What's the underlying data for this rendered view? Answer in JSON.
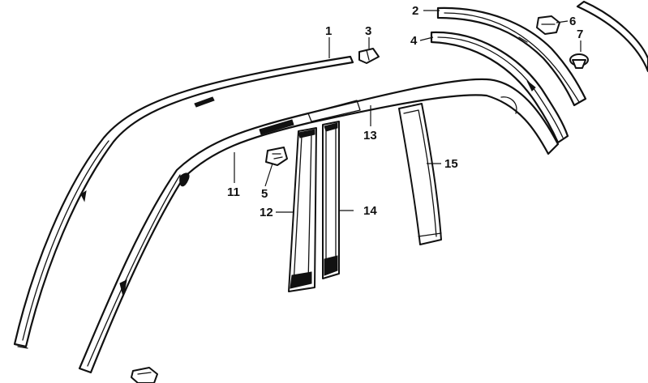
{
  "callouts": {
    "p1": "1",
    "p2": "2",
    "p3": "3",
    "p4": "4",
    "p5": "5",
    "p6": "6",
    "p7": "7",
    "p11": "11",
    "p12": "12",
    "p13": "13",
    "p14": "14",
    "p15": "15"
  }
}
